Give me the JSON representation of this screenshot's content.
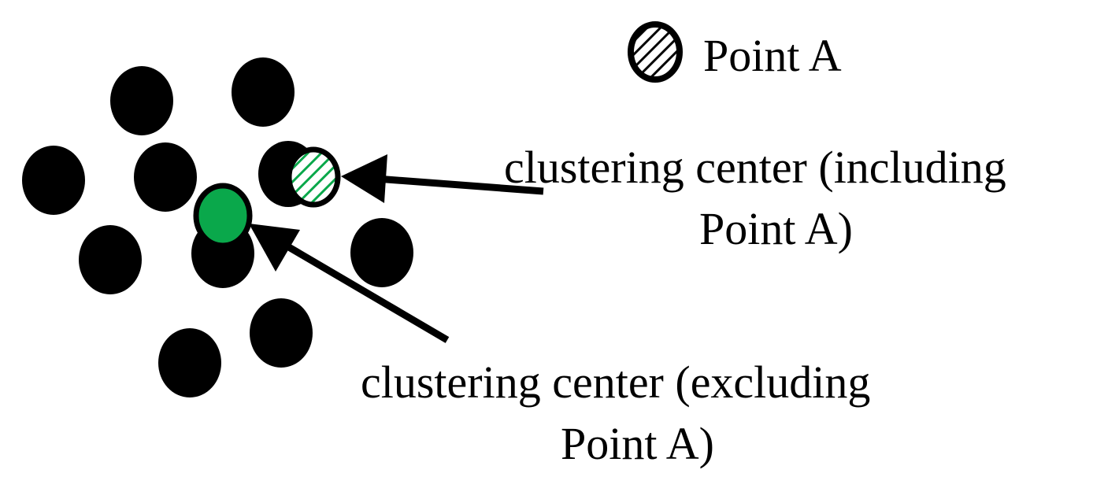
{
  "legend": {
    "icon": "hatched-circle-icon",
    "label": "Point A"
  },
  "annotations": {
    "including": {
      "line1": "clustering center (including",
      "line2": "Point A)"
    },
    "excluding": {
      "line1": "clustering center (excluding",
      "line2": "Point A)"
    }
  },
  "colors": {
    "data_point": "#000000",
    "center_excluding": "#0aa84b",
    "center_including_hatch": "#0aa84b",
    "point_a_hatch": "#000000",
    "background": "#ffffff"
  }
}
